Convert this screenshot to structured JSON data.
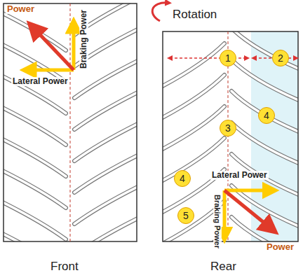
{
  "diagram": {
    "nodes": [
      {
        "text": [
          "1"
        ]
      },
      {
        "text": [
          "2"
        ]
      },
      {
        "text": [
          "4"
        ]
      },
      {
        "text": [
          "3"
        ]
      },
      {
        "text": [
          "4"
        ]
      },
      {
        "text": [
          "5"
        ]
      }
    ],
    "labels": [
      "Power",
      "Braking Power",
      "Lateral Power",
      "Rotation",
      "Lateral Power",
      "Braking Power",
      "Power",
      "Front",
      "Rear"
    ]
  }
}
